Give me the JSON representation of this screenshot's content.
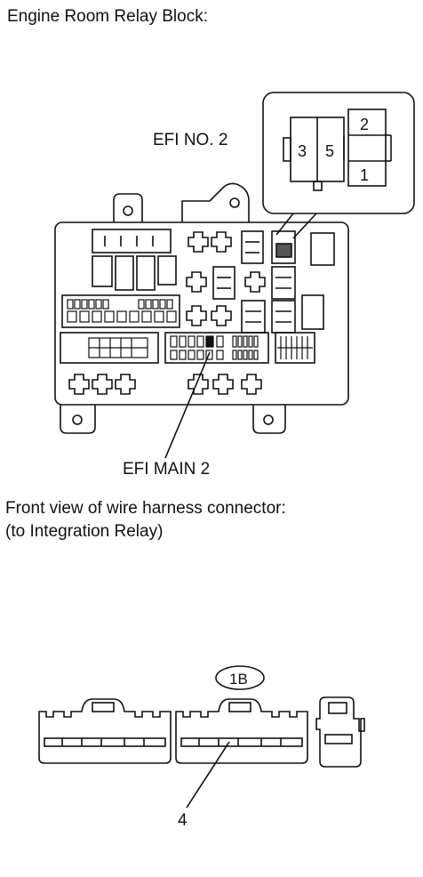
{
  "heading": "Engine Room Relay Block:",
  "relay_callout": {
    "name": "EFI NO. 2",
    "terminals": [
      "3",
      "5",
      "2",
      "1"
    ]
  },
  "fuse_label": "EFI MAIN 2",
  "connector_section": {
    "line1": "Front view of wire harness connector:",
    "line2": "(to Integration Relay)",
    "connector_id": "1B",
    "terminal_label": "4"
  }
}
